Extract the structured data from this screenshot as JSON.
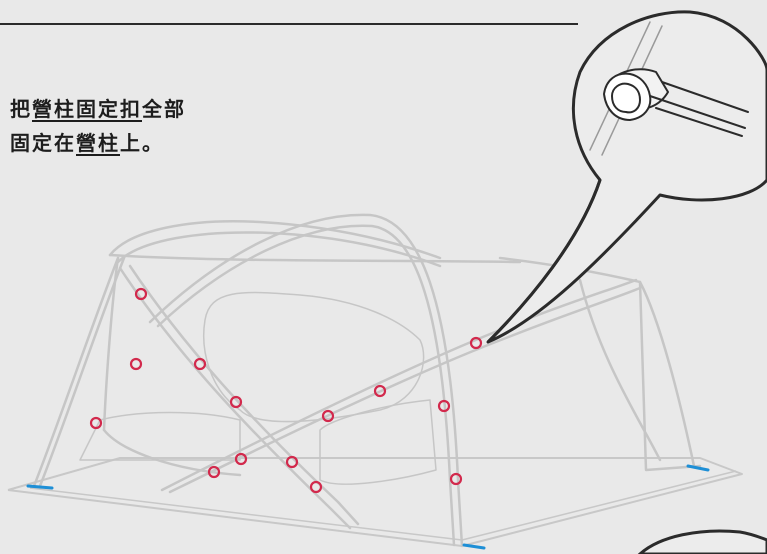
{
  "instruction": {
    "line1": [
      {
        "text": "把",
        "underline": false
      },
      {
        "text": "營柱固定扣",
        "underline": true
      },
      {
        "text": "全部",
        "underline": false
      }
    ],
    "line2": [
      {
        "text": "固定在",
        "underline": false
      },
      {
        "text": "營柱",
        "underline": true
      },
      {
        "text": "上。",
        "underline": false
      }
    ]
  },
  "colors": {
    "background": "#e9e9e9",
    "tent_line": "#c4c4c4",
    "clip_marker": "#d2294c",
    "stake_marker": "#1e8fd6",
    "callout_outline": "#2b2b2b"
  },
  "icons": [
    "pole-clip-icon"
  ]
}
